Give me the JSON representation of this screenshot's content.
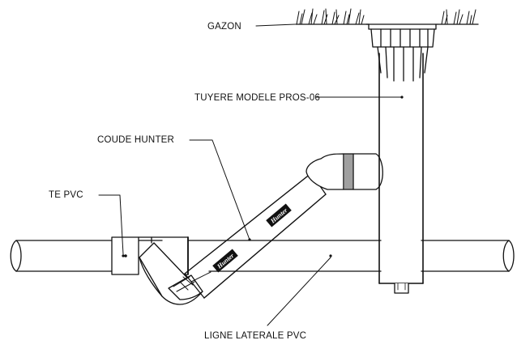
{
  "labels": {
    "lawn": "GAZON",
    "nozzle": "TUYERE MODELE PROS-06",
    "elbow": "COUDE HUNTER",
    "tee": "TE PVC",
    "lateral": "LIGNE LATERALE PVC"
  },
  "logo_text": "Hunter",
  "colors": {
    "line": "#111111",
    "background": "#ffffff"
  }
}
